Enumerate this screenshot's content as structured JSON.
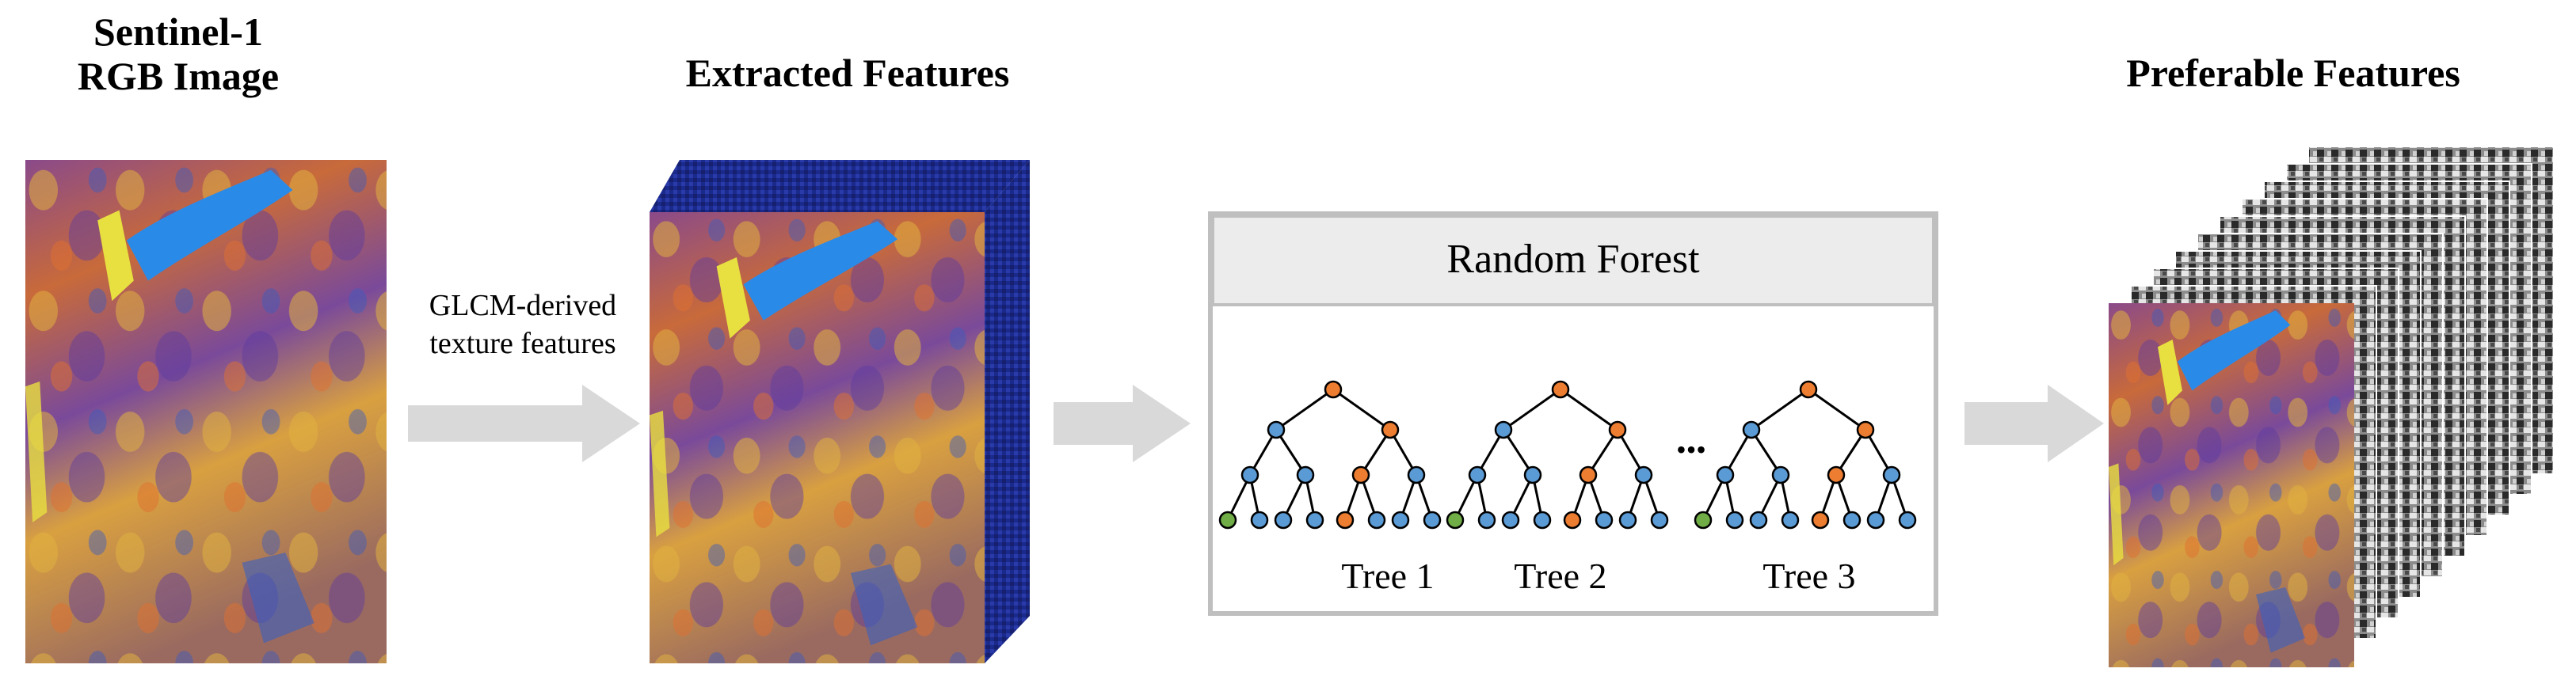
{
  "titles": {
    "input_line1": "Sentinel-1",
    "input_line2": "RGB Image",
    "extracted": "Extracted Features",
    "preferable": "Preferable Features"
  },
  "arrow1_label_line1": "GLCM-derived",
  "arrow1_label_line2": "texture features",
  "random_forest": {
    "header": "Random Forest",
    "ellipsis": "•••",
    "trees": [
      {
        "label": "Tree 1"
      },
      {
        "label": "Tree 2"
      },
      {
        "label": "Tree 3"
      }
    ]
  },
  "colors": {
    "arrow": "#d9d9d9",
    "box_border": "#bfbfbf",
    "header_fill": "#ececec",
    "node_orange": "#ed7d31",
    "node_blue": "#5b9bd5",
    "node_green": "#70ad47",
    "cube_side": "#1a2a8c"
  }
}
